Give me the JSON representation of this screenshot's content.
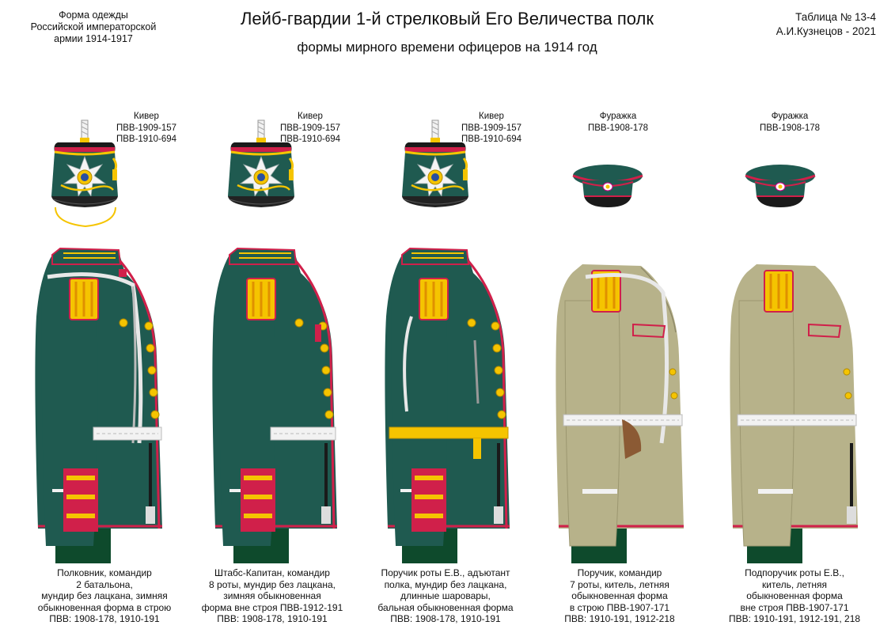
{
  "header": {
    "left_lines": [
      "Форма одежды",
      "Российской императорской",
      "армии  1914-1917"
    ],
    "title": "Лейб-гвардии 1-й стрелковый Его Величества полк",
    "subtitle": "формы мирного времени офицеров на 1914 год",
    "table_no": "Таблица №  13-4",
    "author": "А.И.Кузнецов - 2021"
  },
  "colors": {
    "tunic_green": "#1f5a50",
    "khaki": "#b7b28a",
    "red_piping": "#d0204a",
    "gold": "#f5c400",
    "trousers": "#0e4a2c"
  },
  "figures": [
    {
      "headgear_lines": [
        "Кивер",
        "ПВВ-1909-157",
        "ПВВ-1910-694"
      ],
      "caption_lines": [
        "Полковник, командир",
        "2 батальона,",
        "мундир без лацкана, зимняя",
        "обыкновенная форма в строю",
        "ПВВ: 1908-178, 1910-191"
      ]
    },
    {
      "headgear_lines": [
        "Кивер",
        "ПВВ-1909-157",
        "ПВВ-1910-694"
      ],
      "caption_lines": [
        "Штабс-Капитан, командир",
        "8 роты, мундир без лацкана,",
        "зимняя обыкновенная",
        "форма вне строя ПВВ-1912-191",
        "ПВВ: 1908-178, 1910-191"
      ]
    },
    {
      "headgear_lines": [
        "Кивер",
        "ПВВ-1909-157",
        "ПВВ-1910-694"
      ],
      "caption_lines": [
        "Поручик роты Е.В., адъютант",
        "полка, мундир без лацкана,",
        "длинные шаровары,",
        "бальная обыкновенная форма",
        "ПВВ: 1908-178, 1910-191"
      ]
    },
    {
      "headgear_lines": [
        "Фуражка",
        "ПВВ-1908-178"
      ],
      "caption_lines": [
        "Поручик, командир",
        "7 роты, китель, летняя",
        "обыкновенная форма",
        "в строю ПВВ-1907-171",
        "ПВВ: 1910-191, 1912-218"
      ]
    },
    {
      "headgear_lines": [
        "Фуражка",
        "ПВВ-1908-178"
      ],
      "caption_lines": [
        "Подпоручик роты Е.В.,",
        "китель, летняя",
        "обыкновенная форма",
        "вне строя ПВВ-1907-171",
        "ПВВ: 1910-191, 1912-191, 218"
      ]
    }
  ]
}
